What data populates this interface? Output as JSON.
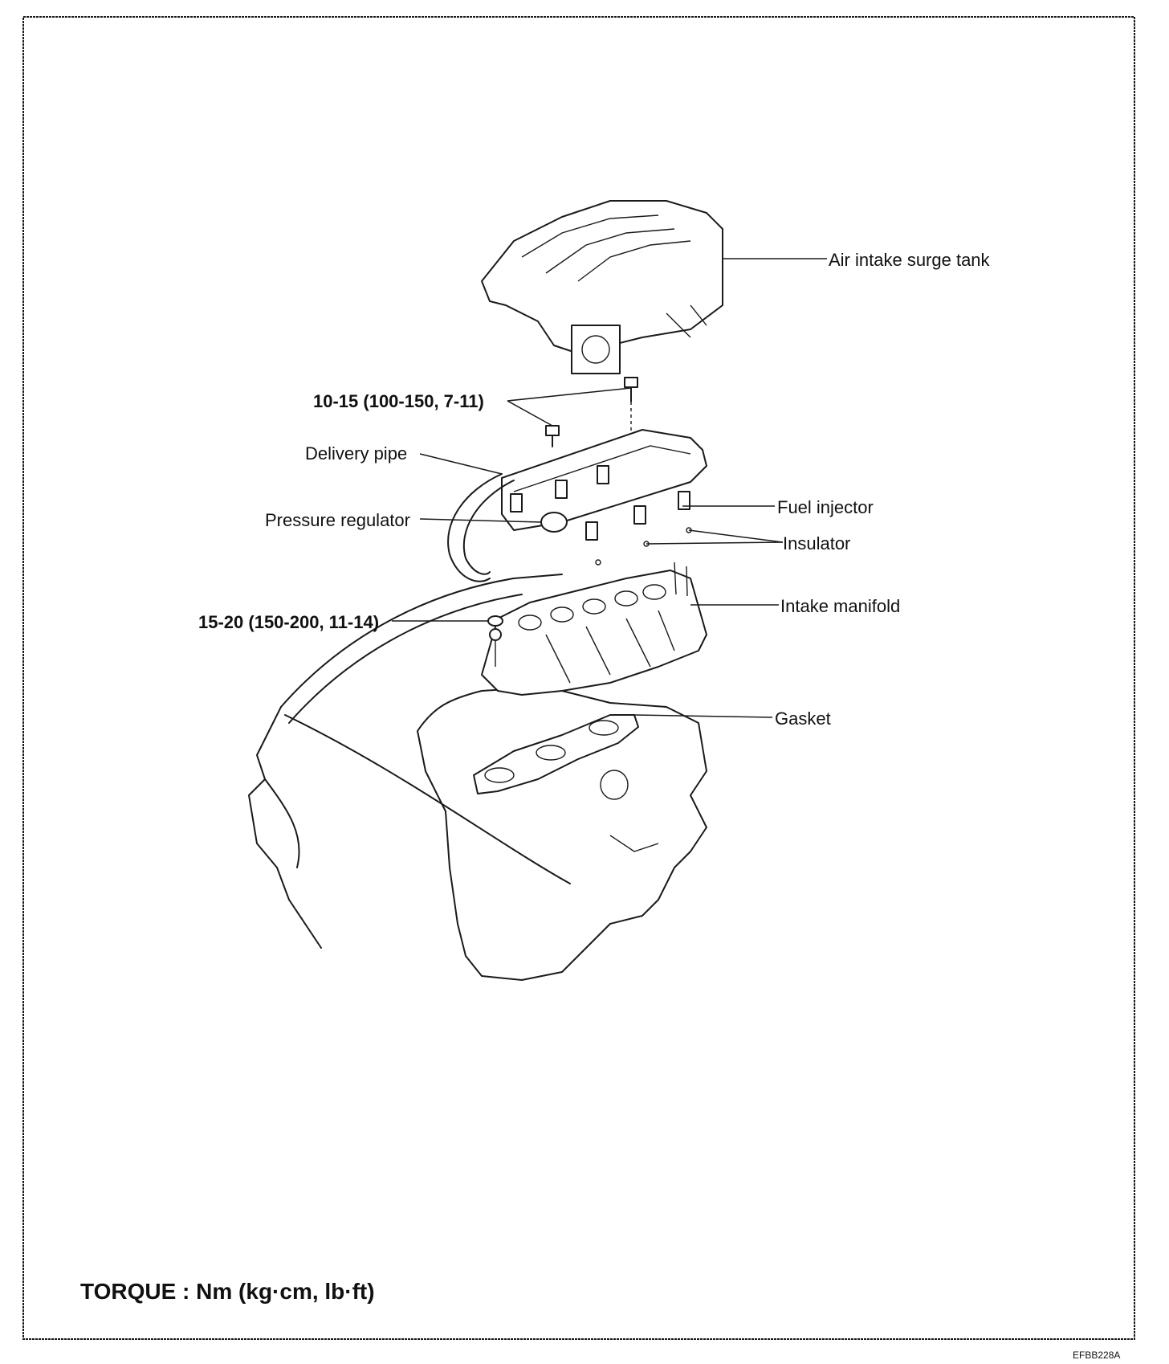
{
  "labels": {
    "air_intake_surge_tank": "Air intake surge tank",
    "torque_upper": "10-15 (100-150, 7-11)",
    "delivery_pipe": "Delivery pipe",
    "pressure_regulator": "Pressure regulator",
    "fuel_injector": "Fuel injector",
    "insulator": "Insulator",
    "torque_lower": "15-20 (150-200, 11-14)",
    "intake_manifold": "Intake manifold",
    "gasket": "Gasket"
  },
  "torque_note": "TORQUE : Nm (kg·cm, lb·ft)",
  "figure_code": "EFBB228A"
}
